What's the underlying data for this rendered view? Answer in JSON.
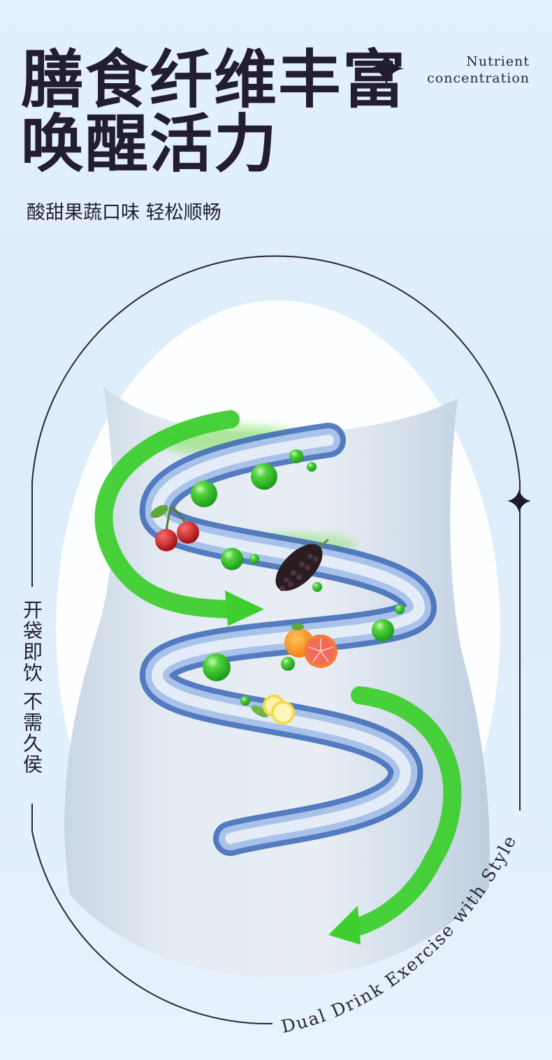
{
  "headline": {
    "line1": "膳食纤维丰富",
    "line2": "唤醒活力"
  },
  "subtitle": "酸甜果蔬口味 轻松顺畅",
  "badge": {
    "line1": "Nutrient",
    "line2": "concentration"
  },
  "vertical_caption": "开袋即饮 不需久侯",
  "curved_caption": "Dual Drink Exercise with Style",
  "icons": [
    "sparkle-icon",
    "cherry-icon",
    "mulberry-icon",
    "grapefruit-icon",
    "lemon-icon",
    "arrow-icon"
  ],
  "colors": {
    "text": "#221d33",
    "arrow": "#3ecf2f",
    "spiral": "#4f7fcc",
    "bubble": "#2fbf2a"
  }
}
